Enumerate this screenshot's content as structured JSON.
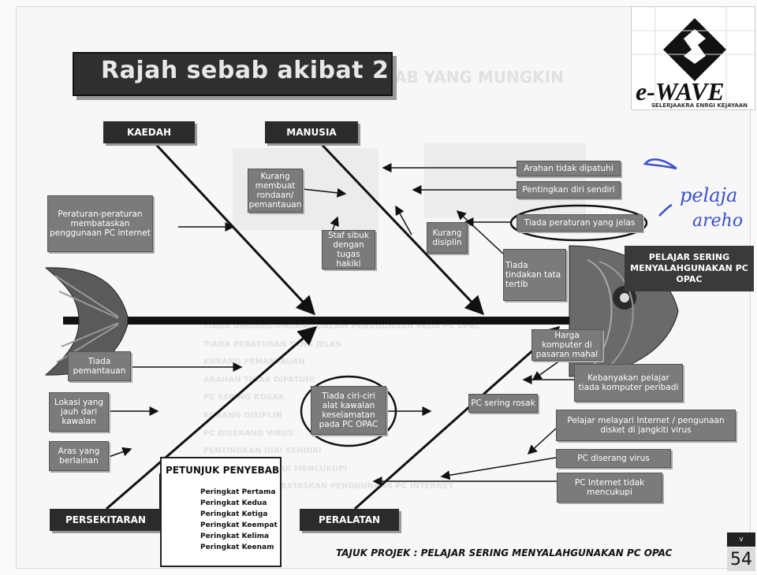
{
  "title": "Rajah sebab akibat 2",
  "logo": {
    "brand": "e-WAVE",
    "tagline": "SELERJAAKRA ENRGI KEJAYAAN"
  },
  "categories": {
    "kaedah": "KAEDAH",
    "manusia": "MANUSIA",
    "persekitaran": "PERSEKITARAN",
    "peralatan": "PERALATAN"
  },
  "effect": "PELAJAR SERING MENYALAHGUNAKAN PC OPAC",
  "causes": {
    "peraturan": "Peraturan-peraturan membataskan penggunaan PC internet",
    "kurang_rondaan": "Kurang membuat rondaan/ pemantauan",
    "staf_sibuk": "Staf sibuk dengan tugas hakiki",
    "kurang_disiplin": "Kurang disiplin",
    "arahan": "Arahan tidak dipatuhi",
    "pentingkan": "Pentingkan diri sendiri",
    "tiada_peraturan": "Tiada peraturan yang jelas",
    "tiada_tindakan": "Tiada tindakan tata tertib",
    "tiada_pemantauan": "Tiada pemantauan",
    "lokasi": "Lokasi yang jauh dari kawalan",
    "aras": "Aras yang berlainan",
    "tiada_ciri": "Tiada ciri-ciri alat kawalan keselamatan pada PC OPAC",
    "harga": "Harga komputer di pasaran mahal",
    "kebanyakan": "Kebanyakan pelajar tiada komputer peribadi",
    "pc_rosak": "PC sering rosak",
    "pelajar_melayari": "Pelajar melayari Internet / pengunaan disket di jangkiti virus",
    "pc_diserang": "PC diserang virus",
    "pc_internet": "PC Internet tidak mencukupi"
  },
  "legend": {
    "title": "PETUNJUK PENYEBAB",
    "items": [
      "Peringkat Pertama",
      "Peringkat Kedua",
      "Peringkat Ketiga",
      "Peringkat Keempat",
      "Peringkat Kelima",
      "Peringkat Keenam"
    ]
  },
  "annotation": {
    "line1": "pelaja",
    "line2": "areho"
  },
  "footer": "TAJUK PROJEK : PELAJAR SERING MENYALAHGUNAKAN PC OPAC",
  "page_number": "54",
  "page_tab": "v",
  "background_text": {
    "heading": "AB YANG MUNGKIN",
    "list": [
      "TIADA UNDANG-UNDANG DALAM PENGGUNAAN PADA PC OPAC",
      "TIADA PERATURAN YANG JELAS",
      "KURANG PEMANTAUAN",
      "ARAHAN TIDAK DIPATUHI",
      "PC SERING ROSAK",
      "KURANG DISIPLIN",
      "PC DISERANG VIRUS",
      "PENTINGKAN DIRI SENDIRI",
      "PC INTERNET TIDAK MENCUKUPI",
      "PERATURAN MEMBATASKAN PENGGUNAAN PC INTERNET"
    ]
  },
  "colors": {
    "box": "#7b7b7b",
    "dark": "#2b2b2b",
    "handwriting": "#3a4fd0"
  }
}
